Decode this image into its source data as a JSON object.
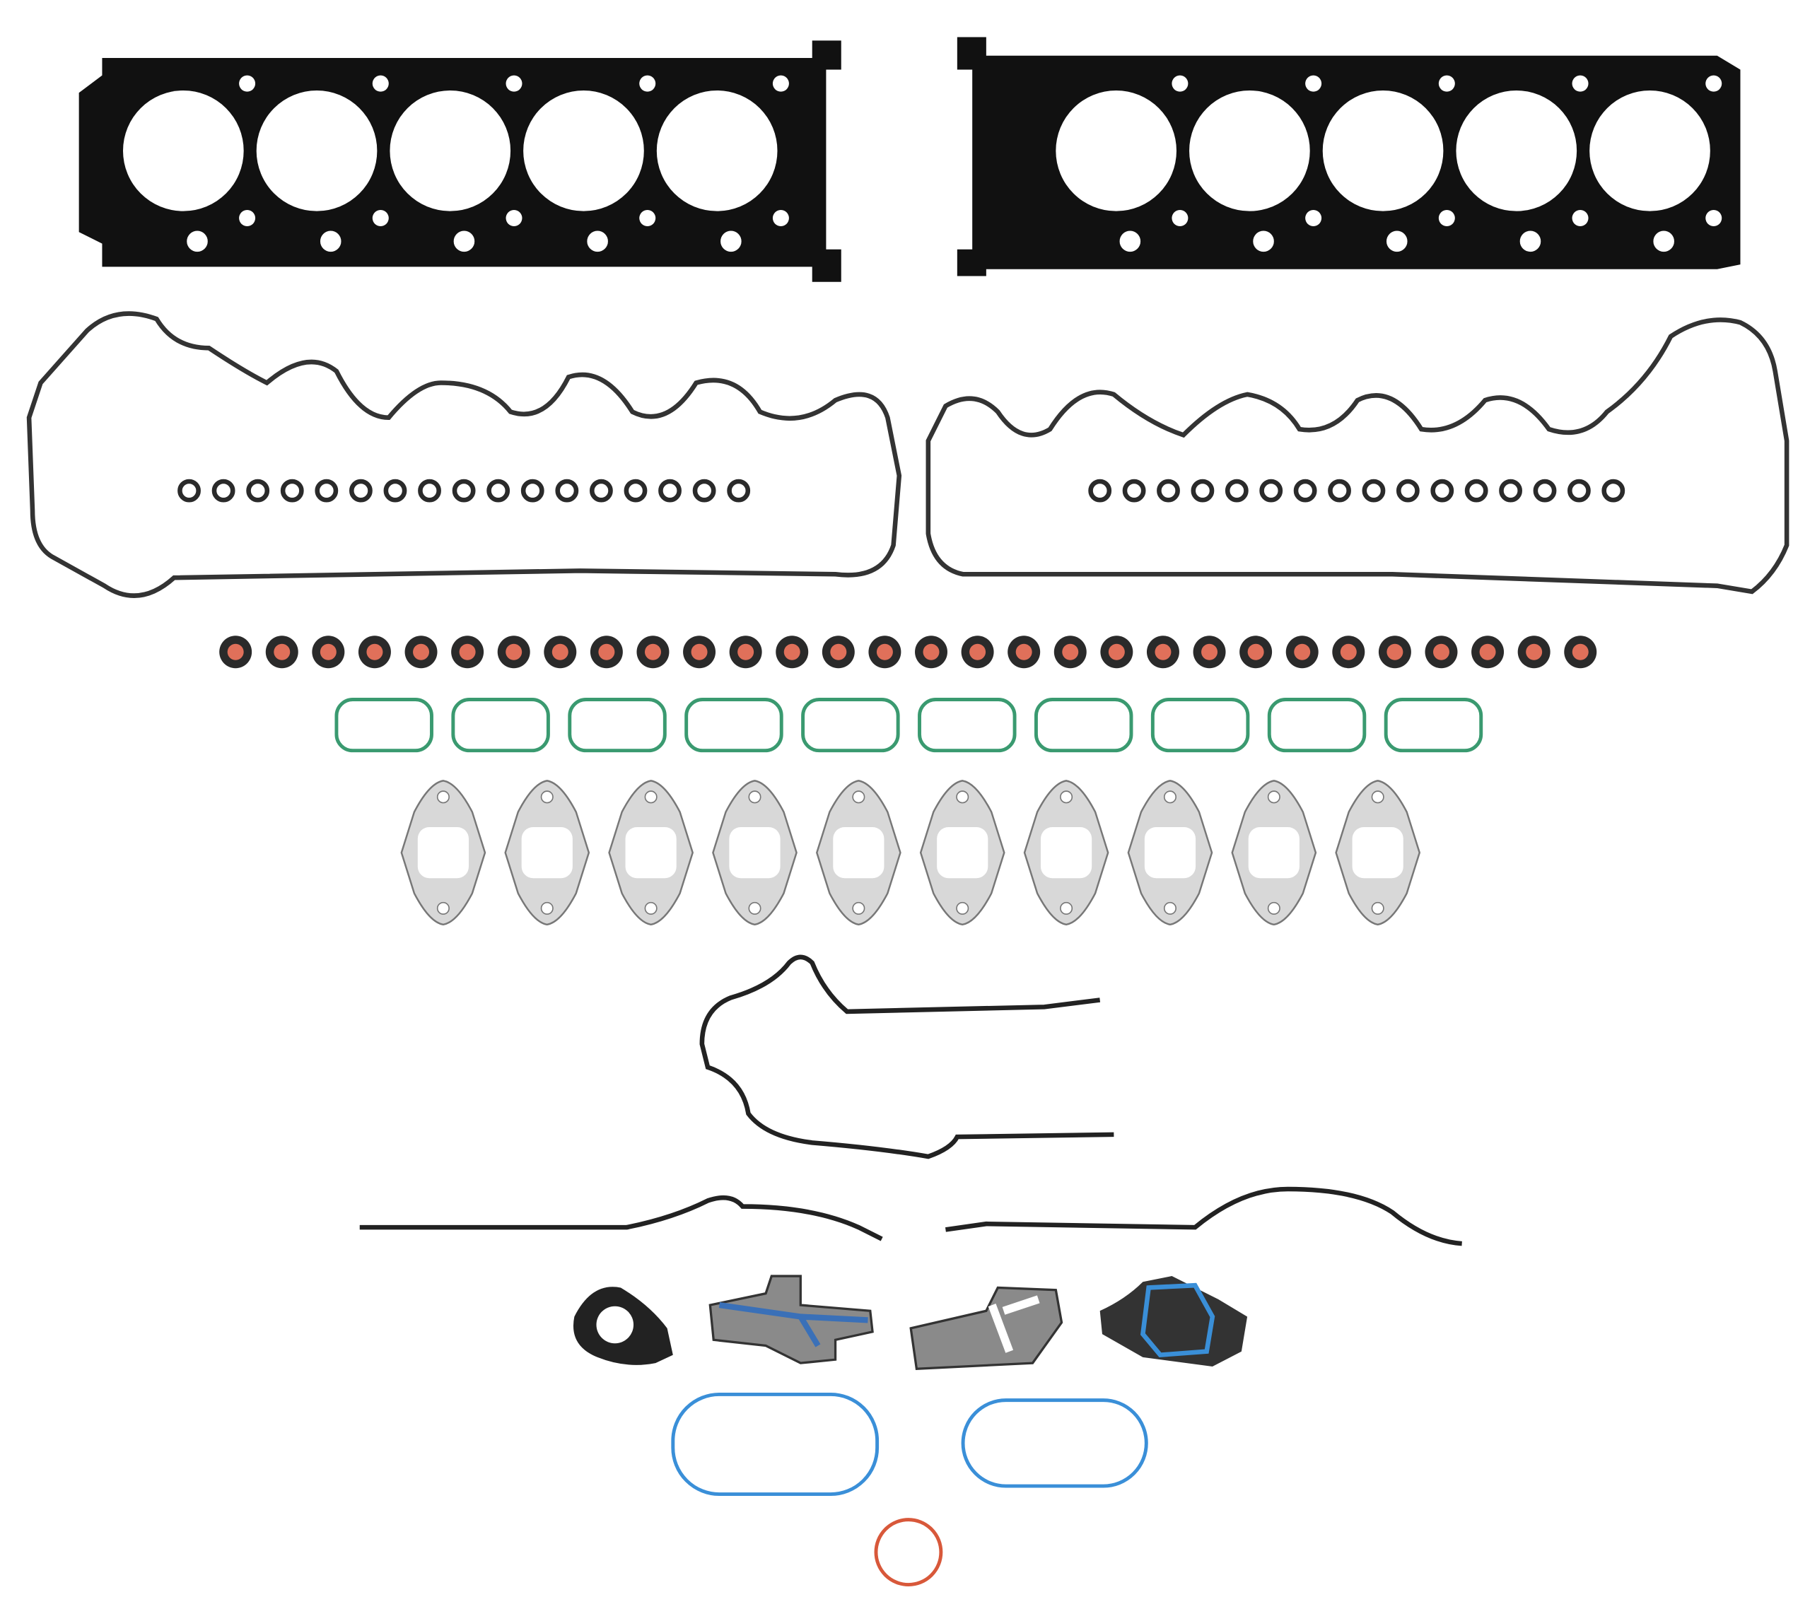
{
  "image": {
    "subject": "gasket-set",
    "background_color": "#ffffff"
  },
  "colors": {
    "head_gasket": "#111111",
    "rubber_black": "#2a2a2a",
    "stem_seal_center": "#e0705a",
    "intake_green": "#3a9a70",
    "exhaust_fill": "#d8d8d8",
    "blue_seal": "#3a8fd8",
    "orange_ring": "#d8583a",
    "grey_plate": "#8a8a8a"
  },
  "parts": {
    "head_gaskets": 2,
    "valve_cover_gaskets": 2,
    "left_small_orings": 17,
    "right_small_orings": 16,
    "valve_stem_seals": 30,
    "intake_gaskets": 10,
    "exhaust_gaskets": 10
  }
}
